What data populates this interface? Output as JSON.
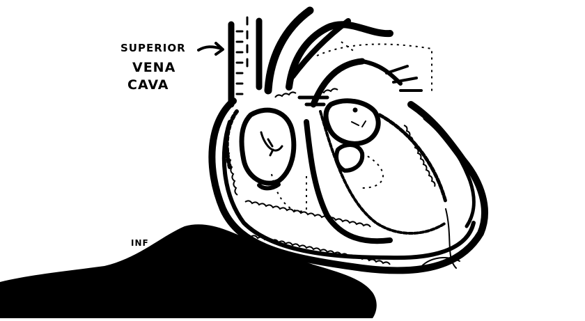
{
  "labels": {
    "superior_vena_cava": [
      "SUPERIOR",
      "VENA",
      "CAVA"
    ],
    "inferior_partial": "INF"
  },
  "colors": {
    "ink": "#000000",
    "paper": "#ffffff"
  }
}
